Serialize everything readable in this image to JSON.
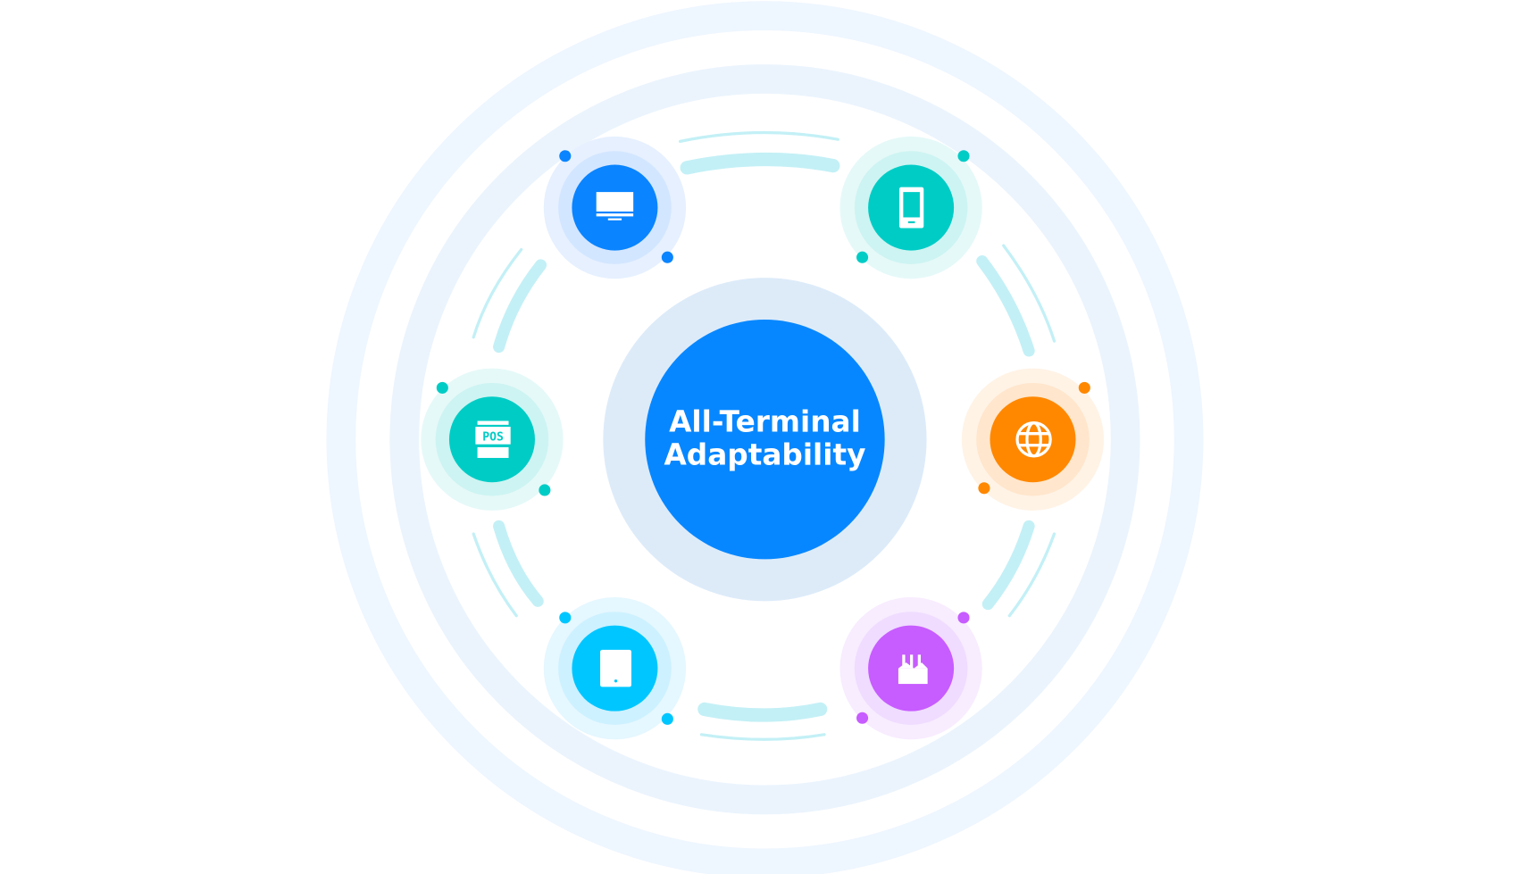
{
  "center": {
    "title_line1": "All-Terminal",
    "title_line2": "Adaptability",
    "color": "#0787ff"
  },
  "nodes": [
    {
      "name": "desktop",
      "icon": "monitor-icon",
      "color": "#0a84ff"
    },
    {
      "name": "mobile",
      "icon": "smartphone-icon",
      "color": "#00ccc6"
    },
    {
      "name": "pos",
      "icon": "pos-terminal-icon",
      "color": "#00ccc6",
      "icon_text": "POS"
    },
    {
      "name": "web",
      "icon": "globe-icon",
      "color": "#ff8800"
    },
    {
      "name": "tablet",
      "icon": "tablet-icon",
      "color": "#00c6ff"
    },
    {
      "name": "iot",
      "icon": "factory-icon",
      "color": "#c75cff"
    }
  ]
}
